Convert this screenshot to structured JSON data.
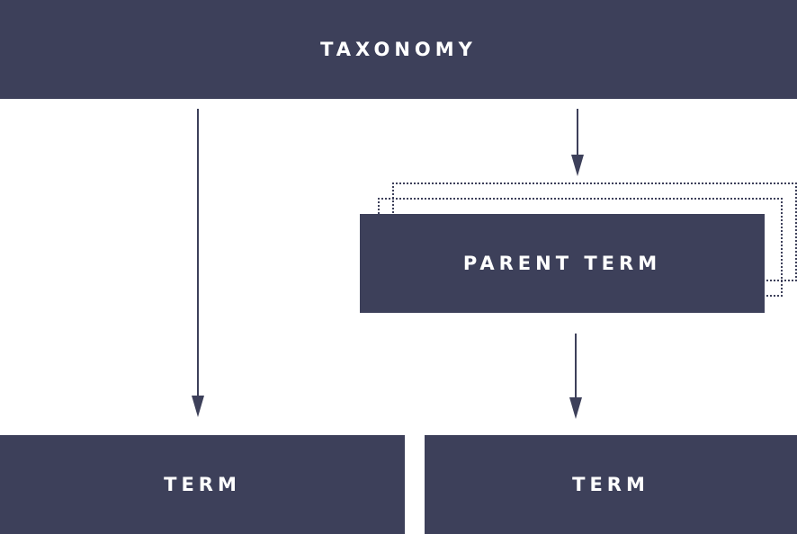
{
  "diagram": {
    "taxonomy_label": "TAXONOMY",
    "parent_label": "PARENT TERM",
    "term_left_label": "TERM",
    "term_right_label": "TERM"
  },
  "colors": {
    "box_fill": "#3d405a",
    "box_text": "#ffffff",
    "arrow": "#3d405a"
  }
}
